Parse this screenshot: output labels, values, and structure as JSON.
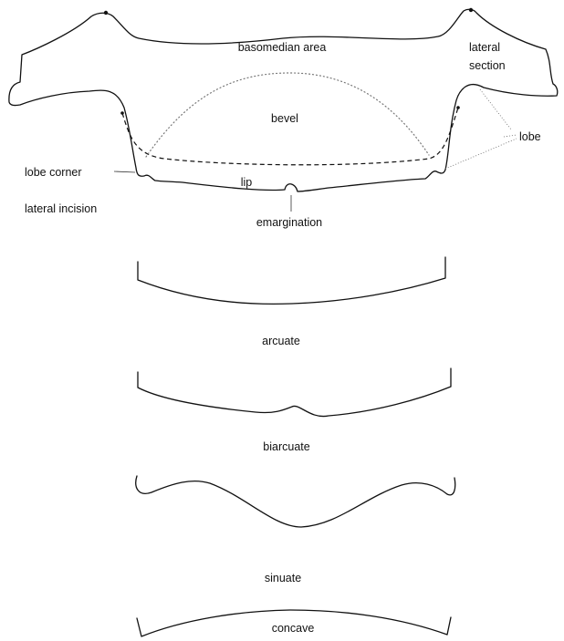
{
  "labels": {
    "basomedian_area": "basomedian area",
    "lateral_section": [
      "lateral",
      "section"
    ],
    "bevel": "bevel",
    "lobe": "lobe",
    "lobe_corner": "lobe corner",
    "lip": "lip",
    "lateral_incision": "lateral incision",
    "emargination": "emargination"
  },
  "shapes": {
    "arcuate": "arcuate",
    "biarcuate": "biarcuate",
    "sinuate": "sinuate",
    "concave": "concave"
  }
}
